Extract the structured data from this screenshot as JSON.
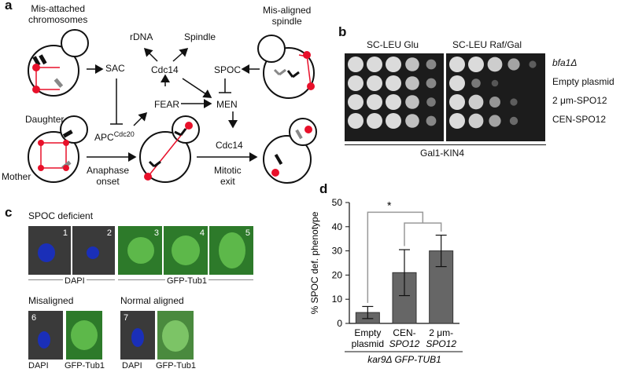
{
  "panel_labels": {
    "a": "a",
    "b": "b",
    "c": "c",
    "d": "d"
  },
  "panel_a": {
    "misattached": [
      "Mis-attached",
      "chromosomes"
    ],
    "misaligned": [
      "Mis-aligned",
      "spindle"
    ],
    "sac": "SAC",
    "rdna": "rDNA",
    "spindle": "Spindle",
    "cdc14_top": "Cdc14",
    "spoc": "SPOC",
    "fear": "FEAR",
    "men": "MEN",
    "daughter": "Daughter",
    "mother": "Mother",
    "apc": "APC",
    "apc_sup": "Cdc20",
    "cdc14_bottom": "Cdc14",
    "anaphase": [
      "Anaphase",
      "onset"
    ],
    "mitotic": [
      "Mitotic",
      "exit"
    ]
  },
  "panel_b": {
    "col_left": "SC-LEU Glu",
    "col_right": "SC-LEU Raf/Gal",
    "rows": [
      "bfa1Δ",
      "Empty plasmid",
      "2 μm-SPO12",
      "CEN-SPO12"
    ],
    "footer": "Gal1-KIN4"
  },
  "panel_c": {
    "title": "SPOC deficient",
    "nums": [
      "1",
      "2",
      "3",
      "4",
      "5",
      "6",
      "7"
    ],
    "dapi": "DAPI",
    "gfp": "GFP-Tub1",
    "misaligned": "Misaligned",
    "normal": "Normal aligned"
  },
  "colors": {
    "red": "#e8102a",
    "green": "#56b24a",
    "blue": "#2a3de0",
    "bar": "#666666"
  },
  "chart_data": {
    "type": "bar",
    "ylabel": "% SPOC def. phenotype",
    "ylim": [
      0,
      50
    ],
    "yticks": [
      0,
      10,
      20,
      30,
      40,
      50
    ],
    "categories": [
      "Empty plasmid",
      "CEN-SPO12",
      "2 μm-SPO12"
    ],
    "category_lines": [
      [
        "Empty",
        "plasmid"
      ],
      [
        "CEN-",
        "SPO12"
      ],
      [
        "2 μm-",
        "SPO12"
      ]
    ],
    "values": [
      4.5,
      21,
      30
    ],
    "errors": [
      2.5,
      9.5,
      6.5
    ],
    "significance": "*",
    "xlabel": "kar9Δ GFP-TUB1"
  }
}
